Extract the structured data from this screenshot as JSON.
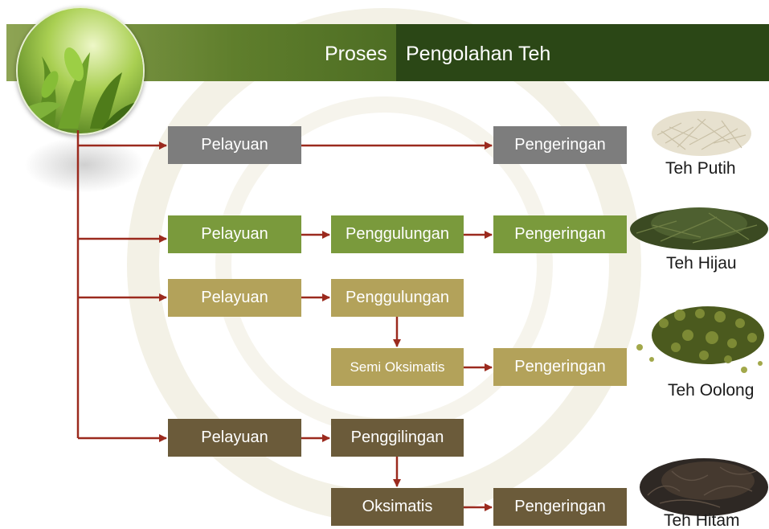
{
  "header": {
    "title_left": "Proses",
    "title_right": "Pengolahan Teh"
  },
  "flows": [
    {
      "steps": [
        "Pelayuan",
        "Pengeringan"
      ],
      "result": "Teh Putih"
    },
    {
      "steps": [
        "Pelayuan",
        "Penggulungan",
        "Pengeringan"
      ],
      "result": "Teh Hijau"
    },
    {
      "steps": [
        "Pelayuan",
        "Penggulungan",
        "Semi Oksimatis",
        "Pengeringan"
      ],
      "result": "Teh Oolong"
    },
    {
      "steps": [
        "Pelayuan",
        "Penggilingan",
        "Oksimatis",
        "Pengeringan"
      ],
      "result": "Teh Hitam"
    }
  ],
  "colors": {
    "arrow": "#9b2a1e",
    "gray": "#7d7d7d",
    "green": "#7a9a3c",
    "olive": "#b3a25a",
    "brown": "#6b5b3a",
    "header_dark": "#2b4716"
  },
  "icons": [
    "tea-leaf-photo",
    "white-tea-leaves",
    "green-tea-leaves",
    "oolong-tea-leaves",
    "black-tea-leaves"
  ]
}
